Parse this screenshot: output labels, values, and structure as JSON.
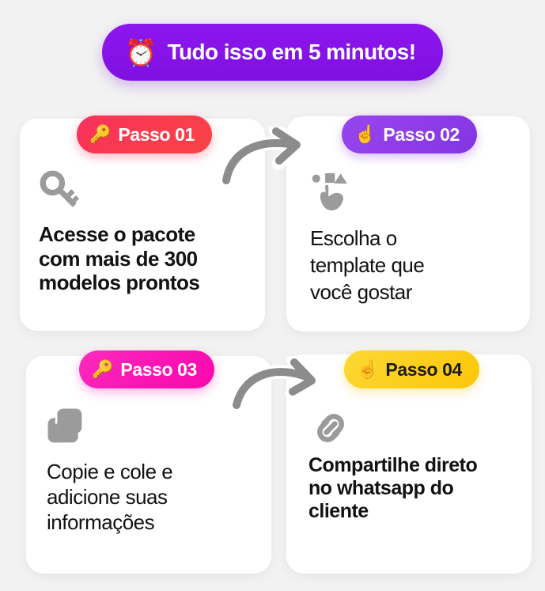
{
  "banner": {
    "emoji": "⏰",
    "emoji_name": "alarm-clock-emoji",
    "text": "Tudo isso em 5 minutos!",
    "background_color": "#8b13e8",
    "text_color": "#ffffff"
  },
  "page": {
    "background_color": "#f2f2f2",
    "card_background_color": "#ffffff",
    "icon_color": "#9b9b9b",
    "arrow_color": "#8c8c8c",
    "body_text_color": "#121212"
  },
  "steps": [
    {
      "badge_label": "Passo 01",
      "badge_emoji": "🔑",
      "badge_emoji_name": "key-emoji",
      "badge_color": "#f93b4f",
      "badge_text_color": "#ffffff",
      "icon_name": "key-icon",
      "text": "Acesse o pacote\ncom mais de 300\nmodelos prontos"
    },
    {
      "badge_label": "Passo 02",
      "badge_emoji": "☝️",
      "badge_emoji_name": "index-pointing-up-emoji",
      "badge_color": "#8e3ce8",
      "badge_text_color": "#ffffff",
      "icon_name": "tap-select-icon",
      "text": "Escolha o\ntemplate que\nvocê gostar"
    },
    {
      "badge_label": "Passo 03",
      "badge_emoji": "🔑",
      "badge_emoji_name": "key-emoji",
      "badge_color": "#fb15b4",
      "badge_text_color": "#ffffff",
      "icon_name": "copy-icon",
      "text": "Copie e cole e\nadicione suas\ninformações"
    },
    {
      "badge_label": "Passo 04",
      "badge_emoji": "☝️",
      "badge_emoji_name": "index-pointing-up-emoji",
      "badge_color": "#fcce1b",
      "badge_text_color": "#1b1b1b",
      "icon_name": "link-icon",
      "text": "Compartilhe direto\nno whatsapp do\ncliente"
    }
  ],
  "arrows": [
    {
      "name": "arrow-step1-to-step2"
    },
    {
      "name": "arrow-step3-to-step4"
    }
  ]
}
